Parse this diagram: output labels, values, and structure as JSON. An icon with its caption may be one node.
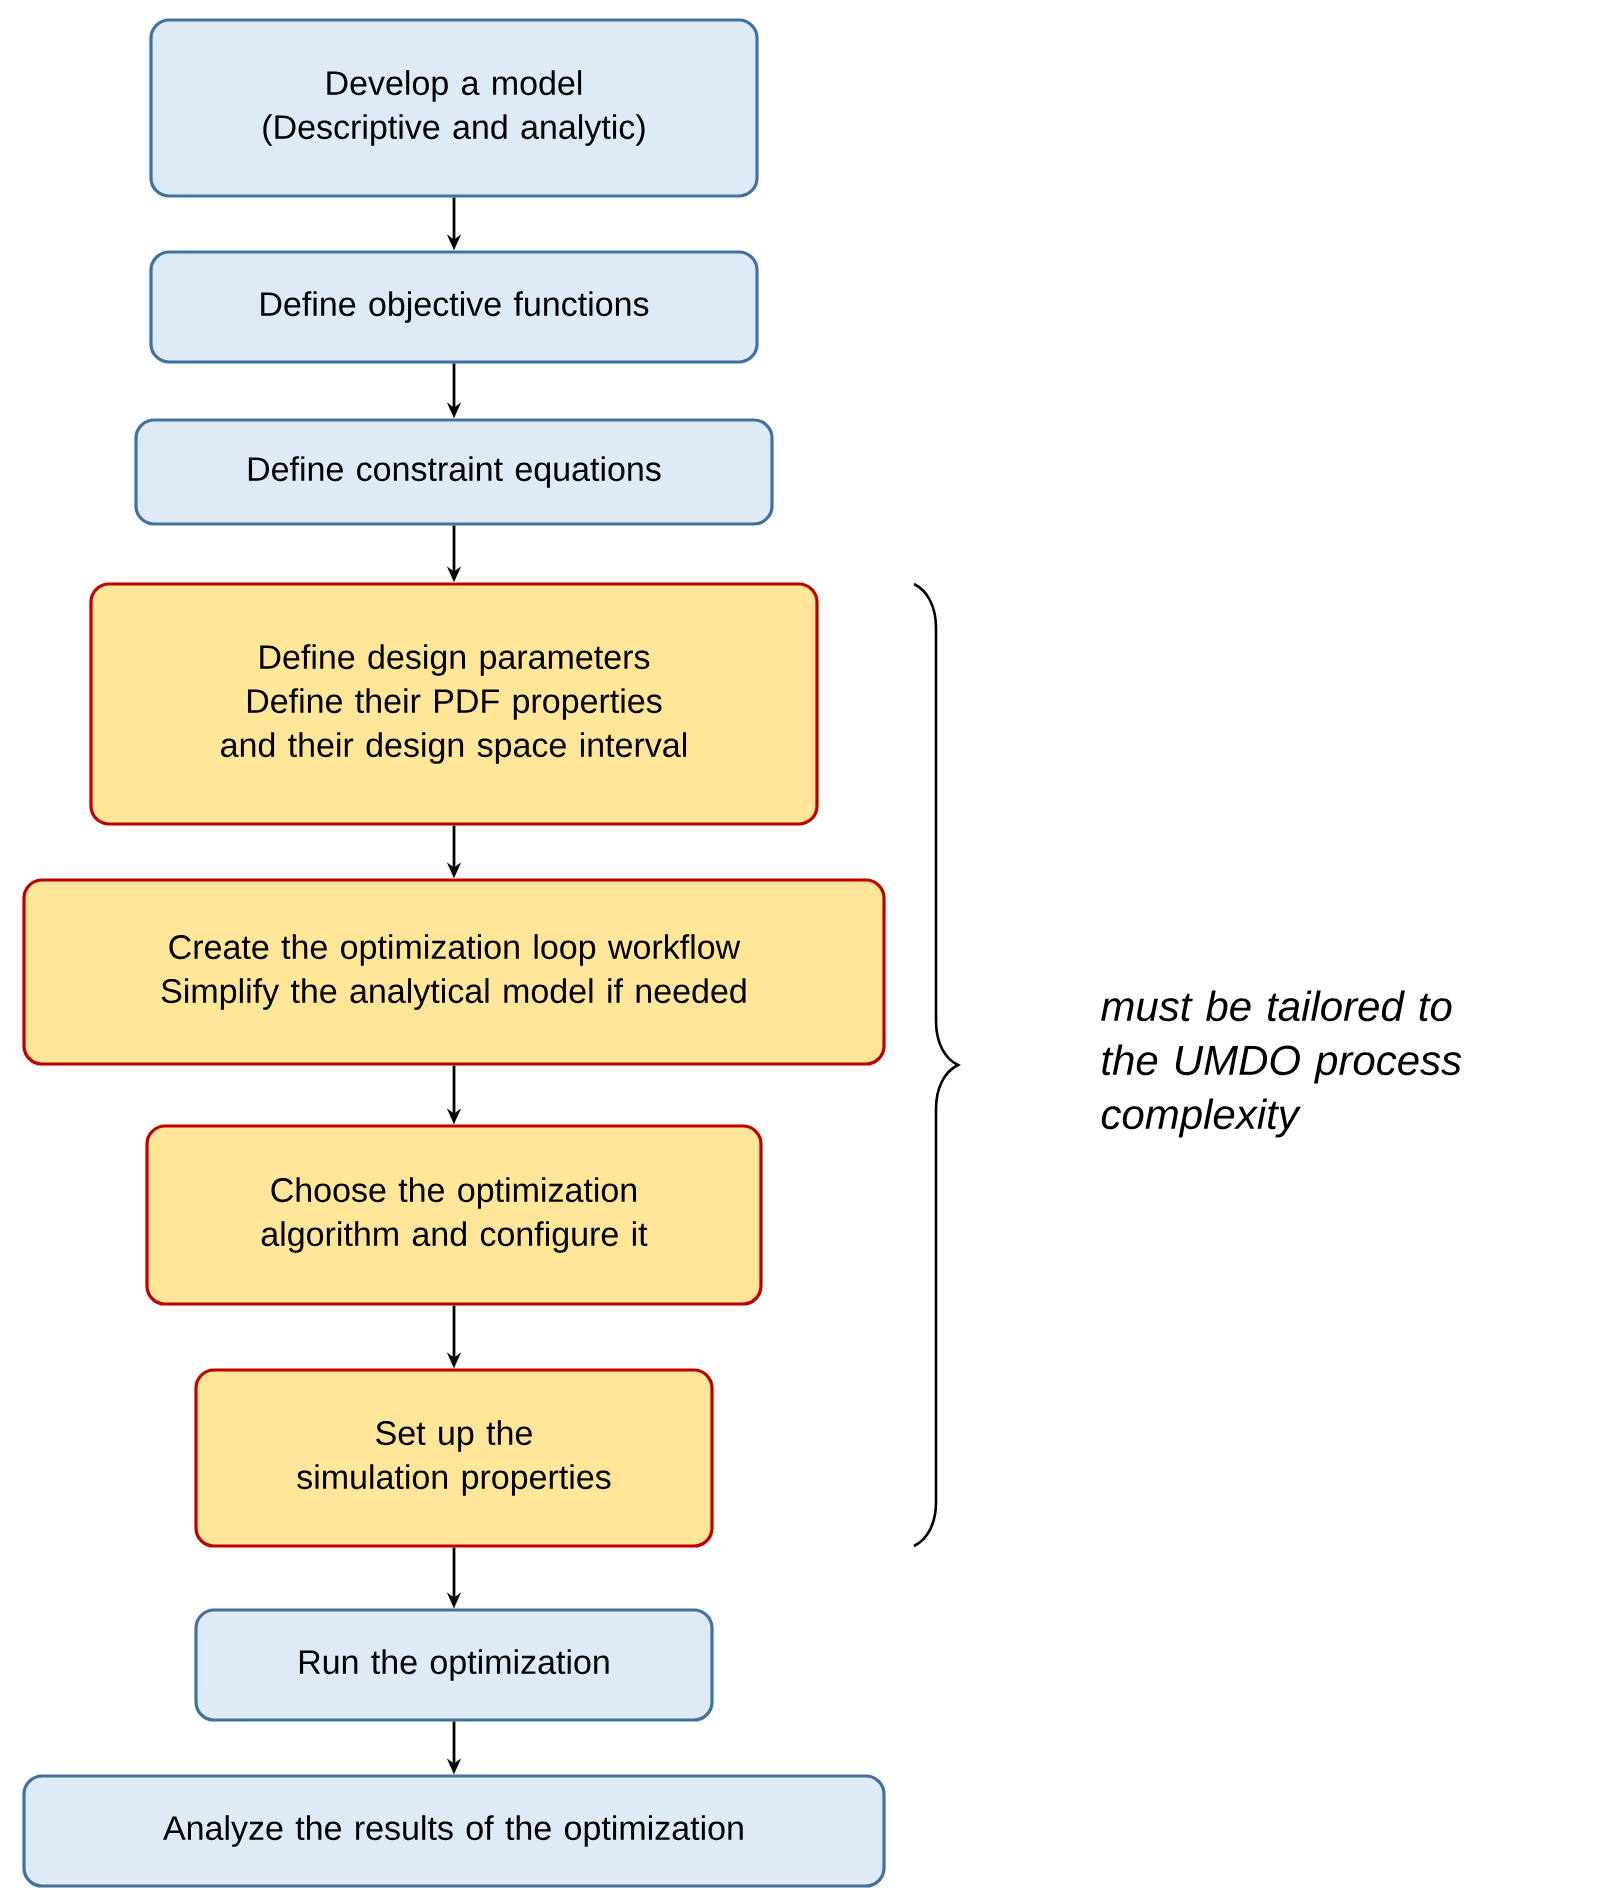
{
  "diagram": {
    "nodes": [
      {
        "text": [
          "Develop a model (Descriptive and analytic)"
        ]
      },
      {
        "text": [
          "Define objective functions"
        ]
      },
      {
        "text": [
          "Define constraint equations"
        ]
      },
      {
        "text": [
          "Define design parameters",
          "Define their PDF properties and their design space interval"
        ]
      },
      {
        "text": [
          "Create the optimization loop workflow",
          "Simplify the analytical model if needed"
        ]
      },
      {
        "text": [
          "Choose the optimization algorithm and configure it"
        ]
      },
      {
        "text": [
          "Set up the simulation properties"
        ]
      },
      {
        "text": [
          "Run the optimization"
        ]
      },
      {
        "text": [
          "Analyze the results of the optimization"
        ]
      }
    ],
    "edges": [
      {
        "from": 0,
        "to": 1,
        "arrow": "to"
      },
      {
        "from": 1,
        "to": 2,
        "arrow": "to"
      },
      {
        "from": 2,
        "to": 3,
        "arrow": "to"
      },
      {
        "from": 3,
        "to": 4,
        "arrow": "to"
      },
      {
        "from": 4,
        "to": 5,
        "arrow": "to"
      },
      {
        "from": 5,
        "to": 6,
        "arrow": "to"
      },
      {
        "from": 6,
        "to": 7,
        "arrow": "to"
      },
      {
        "from": 7,
        "to": 8,
        "arrow": "to"
      }
    ],
    "labels": [
      "must be tailored to the UMDO process complexity"
    ]
  }
}
